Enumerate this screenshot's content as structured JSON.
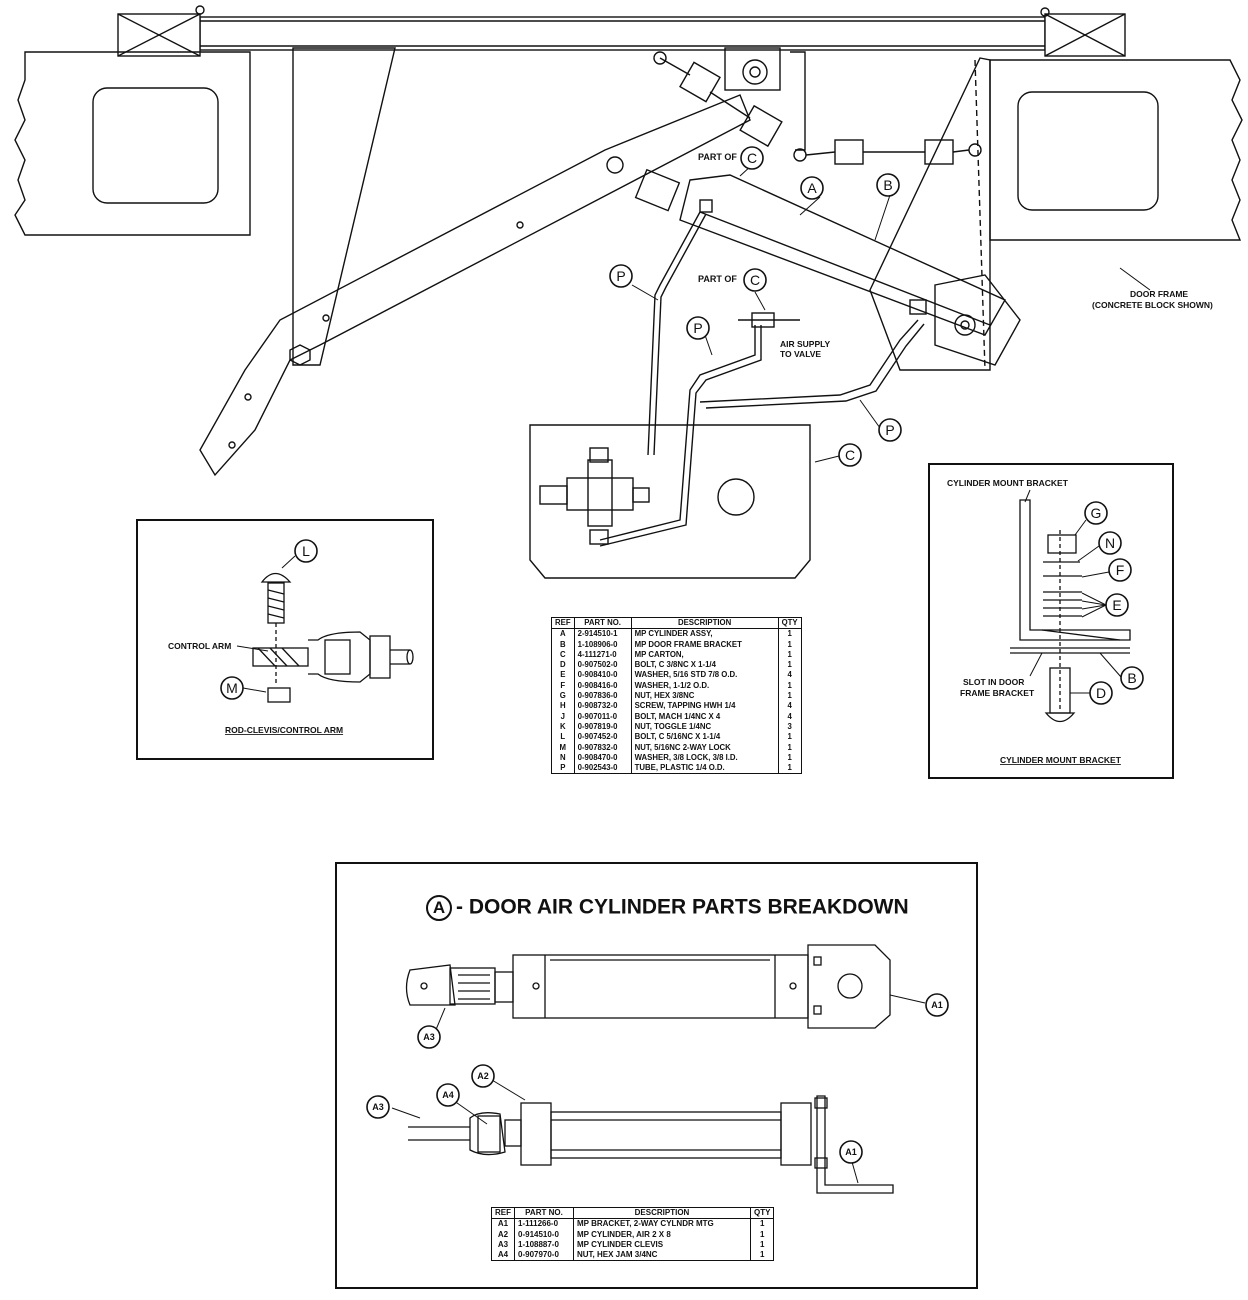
{
  "main_diagram": {
    "labels": {
      "part_of_c_1": "PART OF",
      "part_of_c_2": "PART OF",
      "air_supply": [
        "AIR SUPPLY",
        "TO VALVE"
      ],
      "door_frame": [
        "DOOR FRAME",
        "(CONCRETE BLOCK SHOWN)"
      ]
    },
    "callouts": [
      "C",
      "C",
      "A",
      "B",
      "P",
      "P",
      "P",
      "C"
    ]
  },
  "rod_clevis_inset": {
    "title": "ROD-CLEVIS/CONTROL ARM",
    "control_arm_label": "CONTROL ARM",
    "callouts": [
      "L",
      "M"
    ]
  },
  "cylinder_mount_inset": {
    "top_label": "CYLINDER MOUNT BRACKET",
    "slot_label": [
      "SLOT IN DOOR",
      "FRAME BRACKET"
    ],
    "title": "CYLINDER MOUNT BRACKET",
    "callouts": [
      "G",
      "N",
      "F",
      "E",
      "B",
      "D"
    ]
  },
  "parts_table": {
    "headers": [
      "REF",
      "PART NO.",
      "DESCRIPTION",
      "QTY"
    ],
    "rows": [
      [
        "A",
        "2-914510-1",
        "MP CYLINDER ASSY,",
        "1"
      ],
      [
        "B",
        "1-108906-0",
        "MP DOOR FRAME BRACKET",
        "1"
      ],
      [
        "C",
        "4-111271-0",
        "MP CARTON,",
        "1"
      ],
      [
        "D",
        "0-907502-0",
        "BOLT, C 3/8NC X 1-1/4",
        "1"
      ],
      [
        "E",
        "0-908410-0",
        "WASHER, 5/16 STD 7/8 O.D.",
        "4"
      ],
      [
        "F",
        "0-908416-0",
        "WASHER, 1-1/2 O.D.",
        "1"
      ],
      [
        "G",
        "0-907836-0",
        "NUT, HEX 3/8NC",
        "1"
      ],
      [
        "H",
        "0-908732-0",
        "SCREW, TAPPING HWH 1/4",
        "4"
      ],
      [
        "J",
        "0-907011-0",
        "BOLT, MACH 1/4NC X 4",
        "4"
      ],
      [
        "K",
        "0-907819-0",
        "NUT, TOGGLE 1/4NC",
        "3"
      ],
      [
        "L",
        "0-907452-0",
        "BOLT, C 5/16NC X 1-1/4",
        "1"
      ],
      [
        "M",
        "0-907832-0",
        "NUT, 5/16NC 2-WAY LOCK",
        "1"
      ],
      [
        "N",
        "0-908470-0",
        "WASHER, 3/8 LOCK, 3/8 I.D.",
        "1"
      ],
      [
        "P",
        "0-902543-0",
        "TUBE, PLASTIC 1/4 O.D.",
        "1"
      ]
    ]
  },
  "breakdown": {
    "title_letter": "A",
    "title_text": "- DOOR AIR CYLINDER PARTS BREAKDOWN",
    "callouts": [
      "A1",
      "A3",
      "A2",
      "A3",
      "A4",
      "A1"
    ],
    "table": {
      "headers": [
        "REF",
        "PART NO.",
        "DESCRIPTION",
        "QTY"
      ],
      "rows": [
        [
          "A1",
          "1-111266-0",
          "MP BRACKET, 2-WAY CYLNDR MTG",
          "1"
        ],
        [
          "A2",
          "0-914510-0",
          "MP CYLINDER, AIR 2 X 8",
          "1"
        ],
        [
          "A3",
          "1-108887-0",
          "MP CYLINDER CLEVIS",
          "1"
        ],
        [
          "A4",
          "0-907970-0",
          "NUT, HEX JAM 3/4NC",
          "1"
        ]
      ]
    }
  }
}
